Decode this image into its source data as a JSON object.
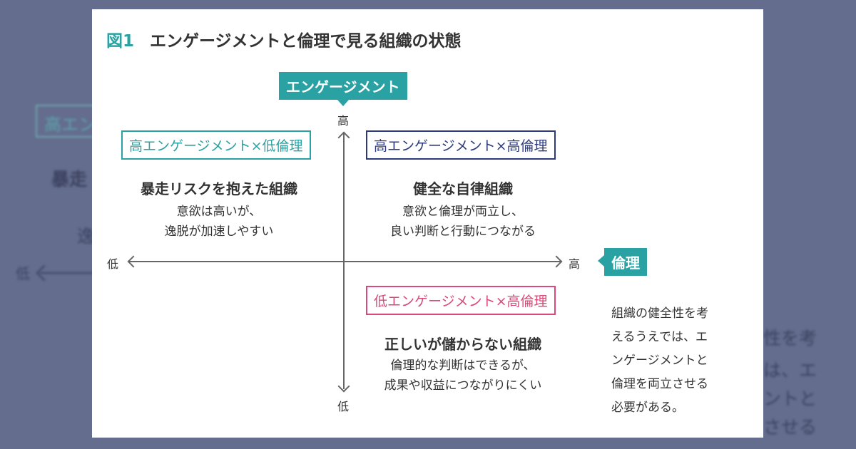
{
  "background": {
    "box_text": "高エンゲ",
    "text_1": "暴走",
    "text_2": "逸",
    "low_label": "低",
    "right_lines": [
      "性を考",
      "は、エ",
      "ントと",
      "させる"
    ]
  },
  "figure": {
    "number": "図1",
    "title": "エンゲージメントと倫理で見る組織の状態"
  },
  "axes": {
    "vertical_label": "エンゲージメント",
    "horizontal_label": "倫理",
    "high": "高",
    "low": "低"
  },
  "quadrants": {
    "top_left": {
      "label": "高エンゲージメント×低倫理",
      "heading": "暴走リスクを抱えた組織",
      "desc": [
        "意欲は高いが、",
        "逸脱が加速しやすい"
      ]
    },
    "top_right": {
      "label": "高エンゲージメント×高倫理",
      "heading": "健全な自律組織",
      "desc": [
        "意欲と倫理が両立し、",
        "良い判断と行動につながる"
      ]
    },
    "bottom": {
      "label": "低エンゲージメント×高倫理",
      "heading": "正しいが儲からない組織",
      "desc": [
        "倫理的な判断はできるが、",
        "成果や収益につながりにくい"
      ]
    }
  },
  "note": [
    "組織の健全性を考",
    "えるうえでは、エ",
    "ンゲージメントと",
    "倫理を両立させる",
    "必要がある。"
  ],
  "colors": {
    "teal": "#2aa1a3",
    "navy": "#2c3a7c",
    "pink": "#d94a78",
    "backdrop": "#646d8e"
  }
}
